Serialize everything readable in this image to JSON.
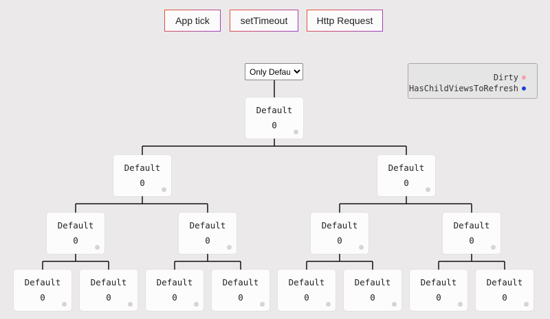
{
  "buttons": {
    "app_tick": "App tick",
    "set_timeout": "setTimeout",
    "http_request": "Http Request"
  },
  "strategy_select": {
    "selected": "Only Default",
    "options": [
      "Only Default"
    ]
  },
  "legend": {
    "dirty_label": "Dirty",
    "dirty_color": "#f4a0b0",
    "child_label": "HasChildViewsToRefresh",
    "child_color": "#1a3fd1"
  },
  "tree": [
    {
      "label": "Default",
      "count": "0"
    },
    {
      "label": "Default",
      "count": "0"
    },
    {
      "label": "Default",
      "count": "0"
    },
    {
      "label": "Default",
      "count": "0"
    },
    {
      "label": "Default",
      "count": "0"
    },
    {
      "label": "Default",
      "count": "0"
    },
    {
      "label": "Default",
      "count": "0"
    },
    {
      "label": "Default",
      "count": "0"
    },
    {
      "label": "Default",
      "count": "0"
    },
    {
      "label": "Default",
      "count": "0"
    },
    {
      "label": "Default",
      "count": "0"
    },
    {
      "label": "Default",
      "count": "0"
    },
    {
      "label": "Default",
      "count": "0"
    },
    {
      "label": "Default",
      "count": "0"
    },
    {
      "label": "Default",
      "count": "0"
    }
  ]
}
